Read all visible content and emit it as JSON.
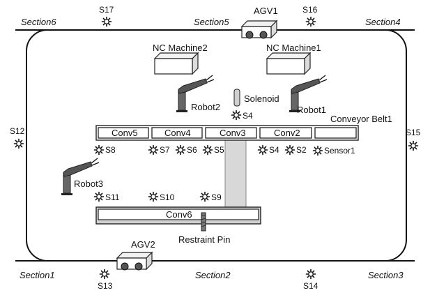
{
  "sections": {
    "s1": "Section1",
    "s2": "Section2",
    "s3": "Section3",
    "s4": "Section4",
    "s5": "Section5",
    "s6": "Section6"
  },
  "machines": {
    "nc1": "NC Machine1",
    "nc2": "NC Machine2"
  },
  "robots": {
    "r1": "Robot1",
    "r2": "Robot2",
    "r3": "Robot3"
  },
  "agvs": {
    "agv1": "AGV1",
    "agv2": "AGV2"
  },
  "conveyor": {
    "belt_label": "Conveyor Belt1",
    "conv5": "Conv5",
    "conv4": "Conv4",
    "conv3": "Conv3",
    "conv2": "Conv2",
    "conv6": "Conv6"
  },
  "solenoid": "Solenoid",
  "restraint_pin": "Restraint Pin",
  "sensors": {
    "s17": "S17",
    "s16": "S16",
    "s12": "S12",
    "s15": "S15",
    "s13": "S13",
    "s14": "S14",
    "s4_top": "S4",
    "s8": "S8",
    "s7": "S7",
    "s6": "S6",
    "s5": "S5",
    "s4_mid": "S4",
    "s2": "S2",
    "sensor1": "Sensor1",
    "s11": "S11",
    "s10": "S10",
    "s9": "S9"
  }
}
